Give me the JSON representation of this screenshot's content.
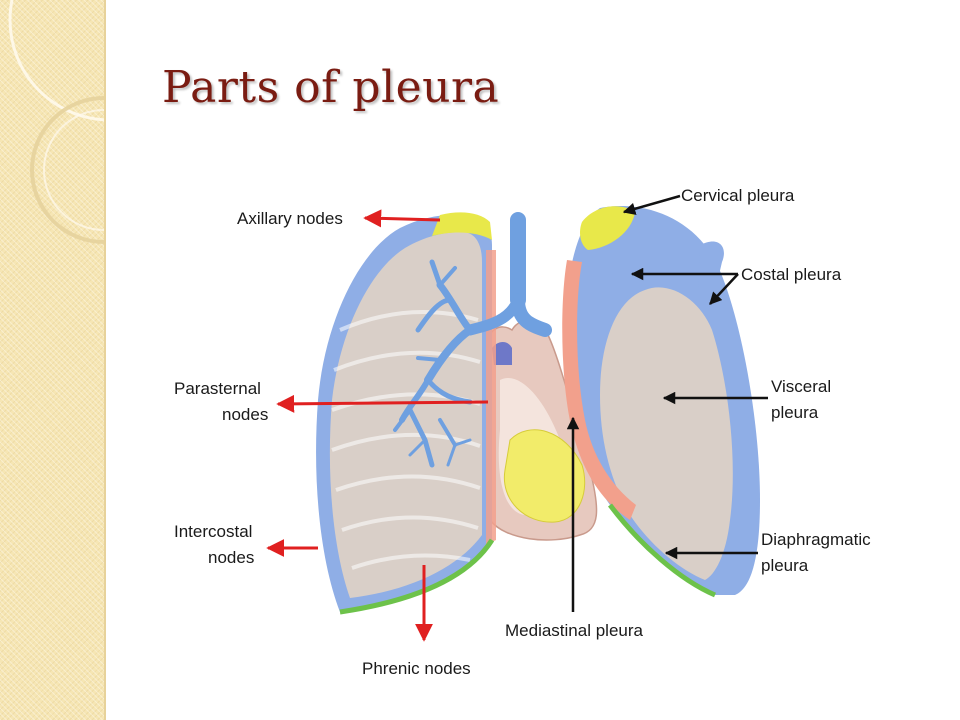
{
  "slide": {
    "title": "Parts of pleura"
  },
  "labels": {
    "axillary": "Axillary nodes",
    "parasternal_1": "Parasternal",
    "parasternal_2": "nodes",
    "intercostal_1": "Intercostal",
    "intercostal_2": "nodes",
    "phrenic": "Phrenic nodes",
    "cervical": "Cervical pleura",
    "costal": "Costal pleura",
    "visceral_1": "Visceral",
    "visceral_2": "pleura",
    "diaphragmatic_1": "Diaphragmatic",
    "diaphragmatic_2": "pleura",
    "mediastinal": "Mediastinal pleura"
  },
  "colors": {
    "title": "#7a1c12",
    "lymph_arrow": "#e02020",
    "pleura_arrow": "#111111",
    "costal_blue": "#8faee6",
    "cervical_yellow": "#e8e84a",
    "diaphragm_green": "#6dc24a",
    "mediastinal_pink": "#f2a08c",
    "lung_tissue": "#d9cfc8",
    "heart": "#e7c9bf",
    "fat_yellow": "#f2ec6a",
    "bronchi": "#6fa0e0"
  }
}
